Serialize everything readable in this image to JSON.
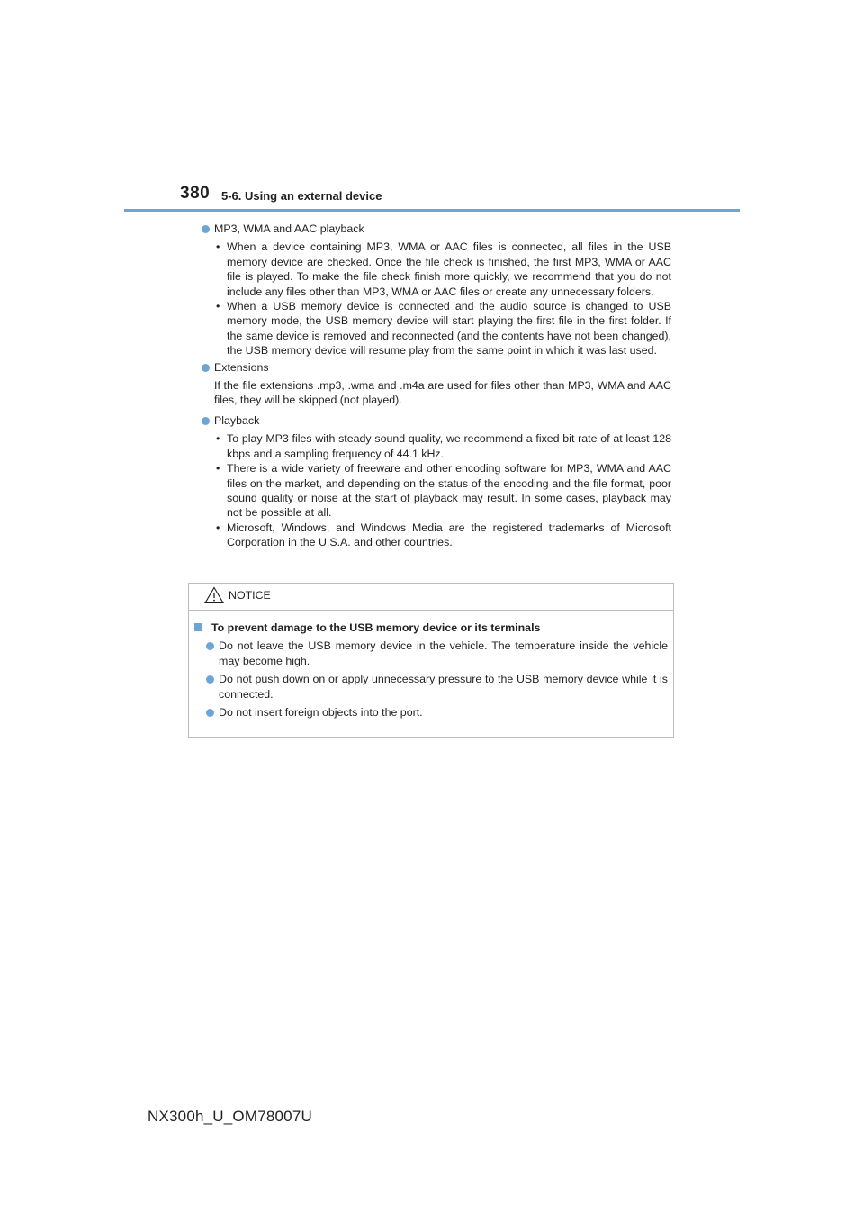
{
  "header": {
    "page_number": "380",
    "section": "5-6. Using an external device"
  },
  "sections": [
    {
      "title": "MP3, WMA and AAC playback",
      "items": [
        "When a device containing MP3, WMA or AAC files is connected, all files in the USB memory device are checked. Once the file check is finished, the first MP3, WMA or AAC file is played. To make the file check finish more quickly, we recommend that you do not include any files other than MP3, WMA or AAC files or create any unnecessary folders.",
        "When a USB memory device is connected and the audio source is changed to USB memory mode, the USB memory device will start playing the first file in the first folder. If the same device is removed and reconnected (and the contents have not been changed), the USB memory device will resume play from the same point in which it was last used."
      ]
    },
    {
      "title": "Extensions",
      "text": "If the file extensions .mp3, .wma and .m4a are used for files other than MP3, WMA and AAC files, they will be skipped (not played)."
    },
    {
      "title": "Playback",
      "items": [
        "To play MP3 files with steady sound quality, we recommend a fixed bit rate of at least 128 kbps and a sampling frequency of 44.1 kHz.",
        "There is a wide variety of freeware and other encoding software for MP3, WMA and AAC files on the market, and depending on the status of the encoding and the file format, poor sound quality or noise at the start of playback may result. In some cases, playback may not be possible at all.",
        "Microsoft, Windows, and Windows Media are the registered trademarks of Microsoft Corporation in the U.S.A. and other countries."
      ]
    }
  ],
  "notice": {
    "title": "NOTICE",
    "heading": "To prevent damage to the USB memory device or its terminals",
    "items": [
      "Do not leave the USB memory device in the vehicle. The temperature inside the vehicle may become high.",
      "Do not push down on or apply unnecessary pressure to the USB memory device while it is connected.",
      "Do not insert foreign objects into the port."
    ]
  },
  "footer": "NX300h_U_OM78007U",
  "colors": {
    "accent": "#6ea5d5",
    "border": "#bdbdbd",
    "text": "#231f20"
  },
  "icons": {
    "notice": "warning-triangle-icon",
    "bullet": "circle-bullet-icon",
    "heading": "square-bullet-icon"
  }
}
